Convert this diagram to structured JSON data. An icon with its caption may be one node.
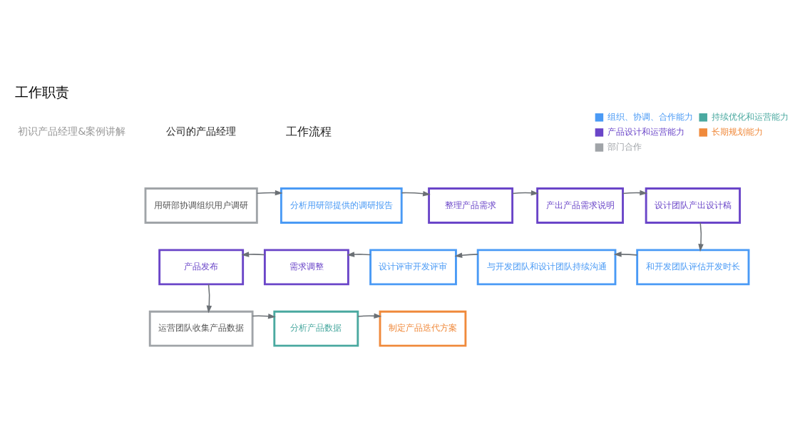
{
  "diagram": {
    "title": "工作职责",
    "nodes": [
      {
        "text": [
          "用研部协调组织用户调研"
        ]
      },
      {
        "text": [
          "分析用研部提供的调研报告"
        ]
      },
      {
        "text": [
          "整理产品需求"
        ]
      },
      {
        "text": [
          "产出产品需求说明"
        ]
      },
      {
        "text": [
          "设计团队产出设计稿"
        ]
      },
      {
        "text": [
          "和开发团队评估开发时长"
        ]
      },
      {
        "text": [
          "与开发团队和设计团队持续沟通"
        ]
      },
      {
        "text": [
          "设计评审开发评审"
        ]
      },
      {
        "text": [
          "需求调整"
        ]
      },
      {
        "text": [
          "产品发布"
        ]
      },
      {
        "text": [
          "运营团队收集产品数据"
        ]
      },
      {
        "text": [
          "分析产品数据"
        ]
      },
      {
        "text": [
          "制定产品迭代方案"
        ]
      }
    ],
    "edges": [
      {
        "from": 0,
        "to": 1,
        "arrow": "to"
      },
      {
        "from": 1,
        "to": 2,
        "arrow": "to"
      },
      {
        "from": 2,
        "to": 3,
        "arrow": "to"
      },
      {
        "from": 3,
        "to": 4,
        "arrow": "to"
      },
      {
        "from": 4,
        "to": 5,
        "arrow": "to"
      },
      {
        "from": 5,
        "to": 6,
        "arrow": "to"
      },
      {
        "from": 6,
        "to": 7,
        "arrow": "to"
      },
      {
        "from": 7,
        "to": 8,
        "arrow": "to"
      },
      {
        "from": 8,
        "to": 9,
        "arrow": "to"
      },
      {
        "from": 9,
        "to": 10,
        "arrow": "to"
      },
      {
        "from": 10,
        "to": 11,
        "arrow": "to"
      },
      {
        "from": 11,
        "to": 12,
        "arrow": "to"
      }
    ],
    "labels": [
      "初识产品经理&案例讲解",
      "公司的产品经理",
      "工作流程"
    ],
    "legend": [
      {
        "text": "组织、协调、合作能力",
        "color": "#4a9af5"
      },
      {
        "text": "持续优化和运营能力",
        "color": "#4aa9a0"
      },
      {
        "text": "产品设计和运营能力",
        "color": "#6a45c8"
      },
      {
        "text": "长期规划能力",
        "color": "#f08a3c"
      },
      {
        "text": "部门合作",
        "color": "#a0a4a8"
      }
    ]
  }
}
